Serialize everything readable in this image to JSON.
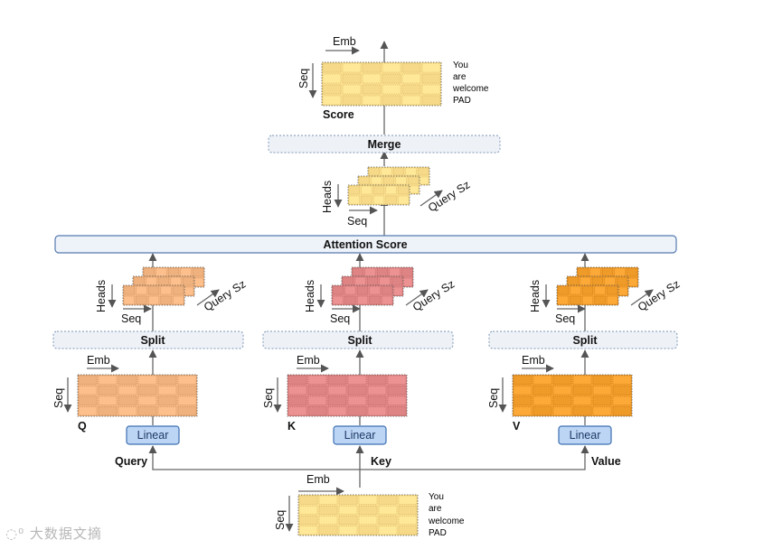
{
  "colors": {
    "yellow": "#fce08f",
    "peach": "#f5b783",
    "pink": "#e58a8a",
    "orange": "#f5a12f",
    "box_fill": "#eef2f7",
    "box_stroke": "#7c95b6",
    "linear_fill": "#bdd5f5",
    "linear_stroke": "#3c6fb0",
    "attention_fill": "#eef3fa",
    "attention_stroke": "#557ab0",
    "arrow": "#555555"
  },
  "merge": {
    "label": "Merge"
  },
  "attention": {
    "label": "Attention Score"
  },
  "output": {
    "emb_label": "Emb",
    "seq_label": "Seq",
    "score_label": "Score",
    "words": [
      "You",
      "are",
      "welcome",
      "PAD"
    ]
  },
  "merged_heads": {
    "heads_label": "Heads",
    "seq_label": "Seq",
    "query_label": "Query Sz"
  },
  "branches": [
    {
      "name": "query",
      "input_label": "Query",
      "tensor_label": "Q",
      "linear_label": "Linear",
      "split_label": "Split",
      "emb_label": "Emb",
      "seq_label": "Seq",
      "heads_label": "Heads",
      "heads_seq_label": "Seq",
      "query_label": "Query Sz"
    },
    {
      "name": "key",
      "input_label": "Key",
      "tensor_label": "K",
      "linear_label": "Linear",
      "split_label": "Split",
      "emb_label": "Emb",
      "seq_label": "Seq",
      "heads_label": "Heads",
      "heads_seq_label": "Seq",
      "query_label": "Query Sz"
    },
    {
      "name": "value",
      "input_label": "Value",
      "tensor_label": "V",
      "linear_label": "Linear",
      "split_label": "Split",
      "emb_label": "Emb",
      "seq_label": "Seq",
      "heads_label": "Heads",
      "heads_seq_label": "Seq",
      "query_label": "Query Sz"
    }
  ],
  "input": {
    "emb_label": "Emb",
    "seq_label": "Seq",
    "words": [
      "You",
      "are",
      "welcome",
      "PAD"
    ]
  },
  "watermark": "大数据文摘"
}
